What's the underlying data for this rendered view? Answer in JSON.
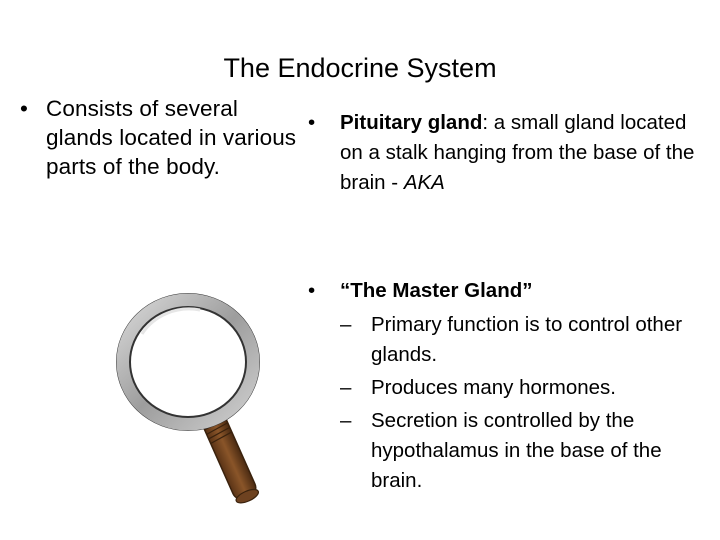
{
  "slide": {
    "title": "The Endocrine System",
    "left_bullet": {
      "marker": "•",
      "text": "Consists of several glands located in various parts of the body."
    },
    "pituitary_bullet": {
      "marker": "•",
      "term": "Pituitary gland",
      "text_before_aka": ": a small gland located on a stalk hanging from the base of the brain - ",
      "aka": "AKA"
    },
    "master_bullet": {
      "marker": "•",
      "text": "“The Master Gland”",
      "sub_items": [
        {
          "marker": "–",
          "text": "Primary function  is to control other glands."
        },
        {
          "marker": "–",
          "text": "Produces many hormones."
        },
        {
          "marker": "–",
          "text": "Secretion is controlled by the hypothalamus in the base of the brain."
        }
      ]
    },
    "clipart": {
      "icon": "magnifying-glass-icon",
      "rim_color": "#b9b9b9",
      "handle_color": "#7a4a25"
    }
  }
}
